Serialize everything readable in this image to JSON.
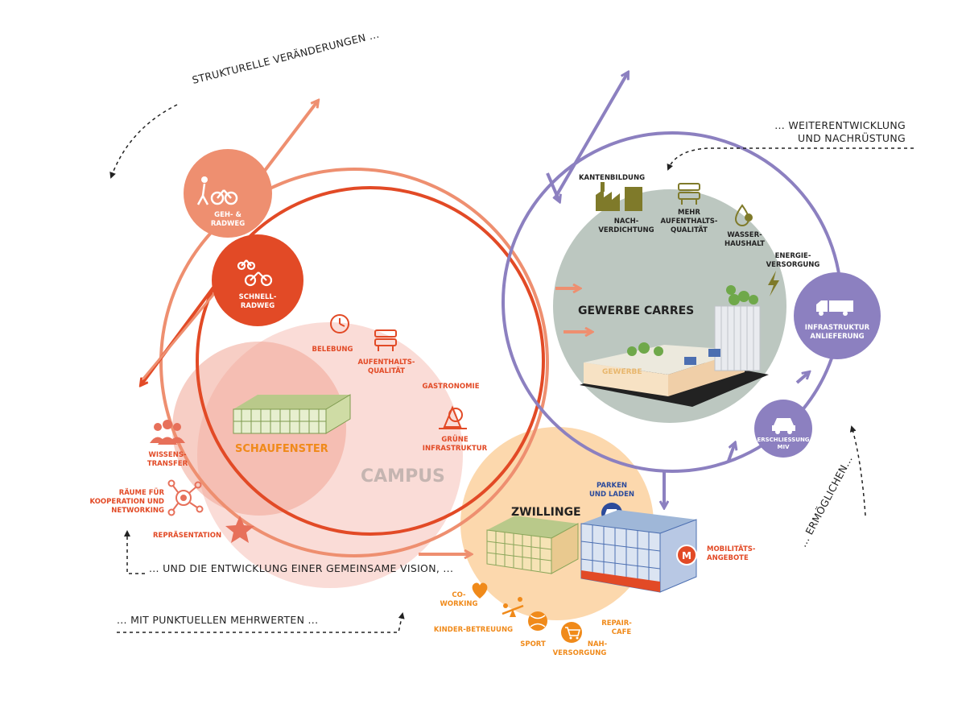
{
  "colors": {
    "salmon": "#ee8f70",
    "red": "#e24a26",
    "purple": "#8c80c0",
    "sage": "#bcc7c0",
    "peach": "#fbd19f",
    "pink": "#f6c5bc",
    "orange": "#f08a1a",
    "olive": "#7f7a2a",
    "navy": "#2c4b9b"
  },
  "notes": {
    "structural": "STRUKTURELLE VERÄNDERUNGEN ...",
    "further_line1": "... WEITERENTWICKLUNG",
    "further_line2": "UND NACHRÜSTUNG",
    "enable": "... ERMÖGLICHEN...",
    "vision": "... UND DIE ENTWICKLUNG EINER GEMEINSAME VISION, ...",
    "added_value": "... MIT PUNKTUELLEN MEHRWERTEN ..."
  },
  "nodes": {
    "walk_line1": "GEH- &",
    "walk_line2": "RADWEG",
    "fast_line1": "SCHNELL-",
    "fast_line2": "RADWEG",
    "infra_line1": "INFRASTRUKTUR",
    "infra_line2": "ANLIEFERUNG",
    "car_line1": "ERSCHLIESSUNG",
    "car_line2": "MIV"
  },
  "campus": {
    "title": "CAMPUS",
    "showcase": "SCHAUFENSTER",
    "liveliness": "BELEBUNG",
    "quality_line1": "AUFENTHALTS-",
    "quality_line2": "QUALITÄT",
    "gastro": "GASTRONOMIE",
    "green_line1": "GRÜNE",
    "green_line2": "INFRASTRUKTUR",
    "knowledge_line1": "WISSENS-",
    "knowledge_line2": "TRANSFER",
    "spaces_line1": "RÄUME FÜR",
    "spaces_line2": "KOOPERATION UND",
    "spaces_line3": "NETWORKING",
    "representation": "REPRÄSENTATION"
  },
  "gewerbe": {
    "title": "GEWERBE CARRES",
    "sign": "GEWERBE",
    "edge": "KANTENBILDUNG",
    "density_line1": "NACH-",
    "density_line2": "VERDICHTUNG",
    "more_line1": "MEHR",
    "more_line2": "AUFENTHALTS-",
    "more_line3": "QUALITÄT",
    "water_line1": "WASSER-",
    "water_line2": "HAUSHALT",
    "energy_line1": "ENERGIE-",
    "energy_line2": "VERSORGUNG"
  },
  "zwillinge": {
    "title": "ZWILLINGE",
    "park_line1": "PARKEN",
    "park_line2": "UND LADEN",
    "mob_line1": "MOBILITÄTS-",
    "mob_line2": "ANGEBOTE",
    "mobility_badge": "M",
    "cowork_line1": "CO-",
    "cowork_line2": "WORKING",
    "kids": "KINDER-BETREUUNG",
    "sport": "SPORT",
    "repair_line1": "REPAIR-",
    "repair_line2": "CAFE",
    "supply_line1": "NAH-",
    "supply_line2": "VERSORGUNG"
  }
}
